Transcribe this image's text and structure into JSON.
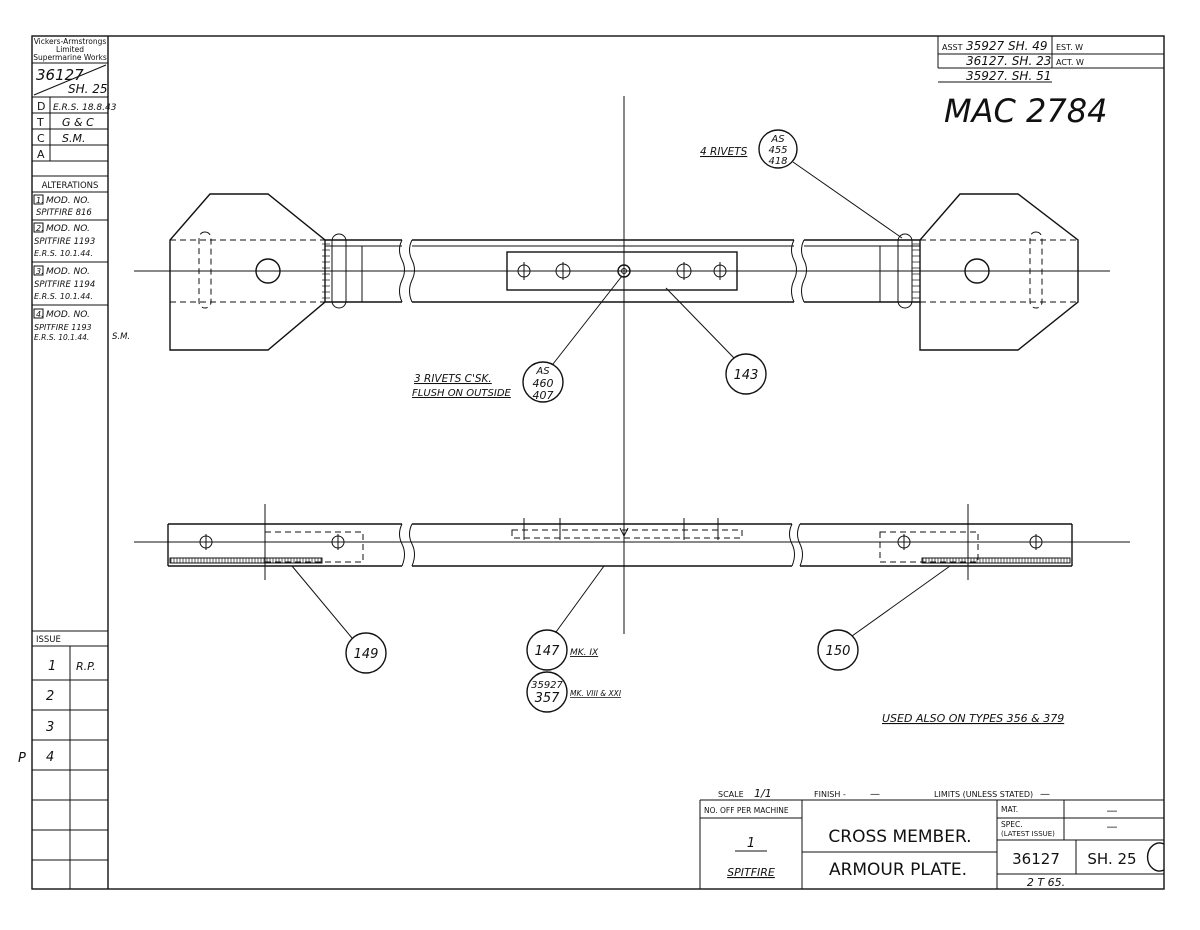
{
  "company": {
    "line1": "Vickers-Armstrongs",
    "line2": "Limited",
    "line3": "Supermarine Works"
  },
  "drawing_number": {
    "number": "36127",
    "sheet": "SH. 25"
  },
  "approvals": [
    {
      "code": "D",
      "value": "E.R.S. 18.8.43"
    },
    {
      "code": "T",
      "value": "G & C"
    },
    {
      "code": "C",
      "value": "S.M."
    },
    {
      "code": "A",
      "value": ""
    }
  ],
  "alterations": {
    "title": "ALTERATIONS",
    "items": [
      {
        "num": "1.",
        "text": "MOD. NO.",
        "sub1": "SPITFIRE 816",
        "sub2": ""
      },
      {
        "num": "2.",
        "text": "MOD. NO.",
        "sub1": "SPITFIRE 1193",
        "sub2": "E.R.S. 10.1.44."
      },
      {
        "num": "3.",
        "text": "MOD. NO.",
        "sub1": "SPITFIRE 1194",
        "sub2": "E.R.S. 10.1.44."
      },
      {
        "num": "4.",
        "text": "MOD. NO.",
        "sub1": "SPITFIRE 1193",
        "sub2": "E.R.S. 10.1.44."
      }
    ],
    "side_initials": "S.M."
  },
  "issue": {
    "title": "ISSUE",
    "rows": [
      {
        "num": "1",
        "initials": "R.P."
      },
      {
        "num": "2",
        "initials": ""
      },
      {
        "num": "3",
        "initials": ""
      },
      {
        "num": "4",
        "initials": ""
      }
    ],
    "margin_mark": "P"
  },
  "assembly_refs": {
    "asst_label": "ASST",
    "refs": [
      "35927 SH. 49",
      "36127. SH. 23",
      "35927. SH. 51"
    ],
    "est_label": "EST. W",
    "act_label": "ACT. W"
  },
  "mac_number": "MAC 2784",
  "callouts": {
    "rivets_top": {
      "text": "4 RIVETS",
      "circle": [
        "AS",
        "455",
        "418"
      ]
    },
    "rivets_csk": {
      "line1": "3 RIVETS C'SK.",
      "line2": "FLUSH ON OUTSIDE",
      "circle": [
        "AS",
        "460",
        "407"
      ]
    },
    "part_143": "143",
    "part_149": "149",
    "part_150": "150",
    "part_147": {
      "num": "147",
      "label": "MK. IX"
    },
    "part_357": {
      "ref": "35927",
      "num": "357",
      "label": "MK. VIII & XXI"
    }
  },
  "note": "USED ALSO ON TYPES 356 & 379",
  "title_block": {
    "scale_label": "SCALE",
    "scale_value": "1/1",
    "finish_label": "FINISH -",
    "finish_value": "—",
    "limits_label": "LIMITS (UNLESS STATED)",
    "limits_value": "—",
    "no_off_label": "NO. OFF PER MACHINE",
    "no_off_value": "1",
    "aircraft": "SPITFIRE",
    "title_line1": "CROSS MEMBER.",
    "title_line2": "ARMOUR PLATE.",
    "mat_label": "MAT.",
    "mat_value": "—",
    "spec_label1": "SPEC.",
    "spec_label2": "(LATEST ISSUE)",
    "spec_value": "—",
    "number": "36127",
    "sheet": "SH. 25",
    "code": "2 T 65."
  }
}
